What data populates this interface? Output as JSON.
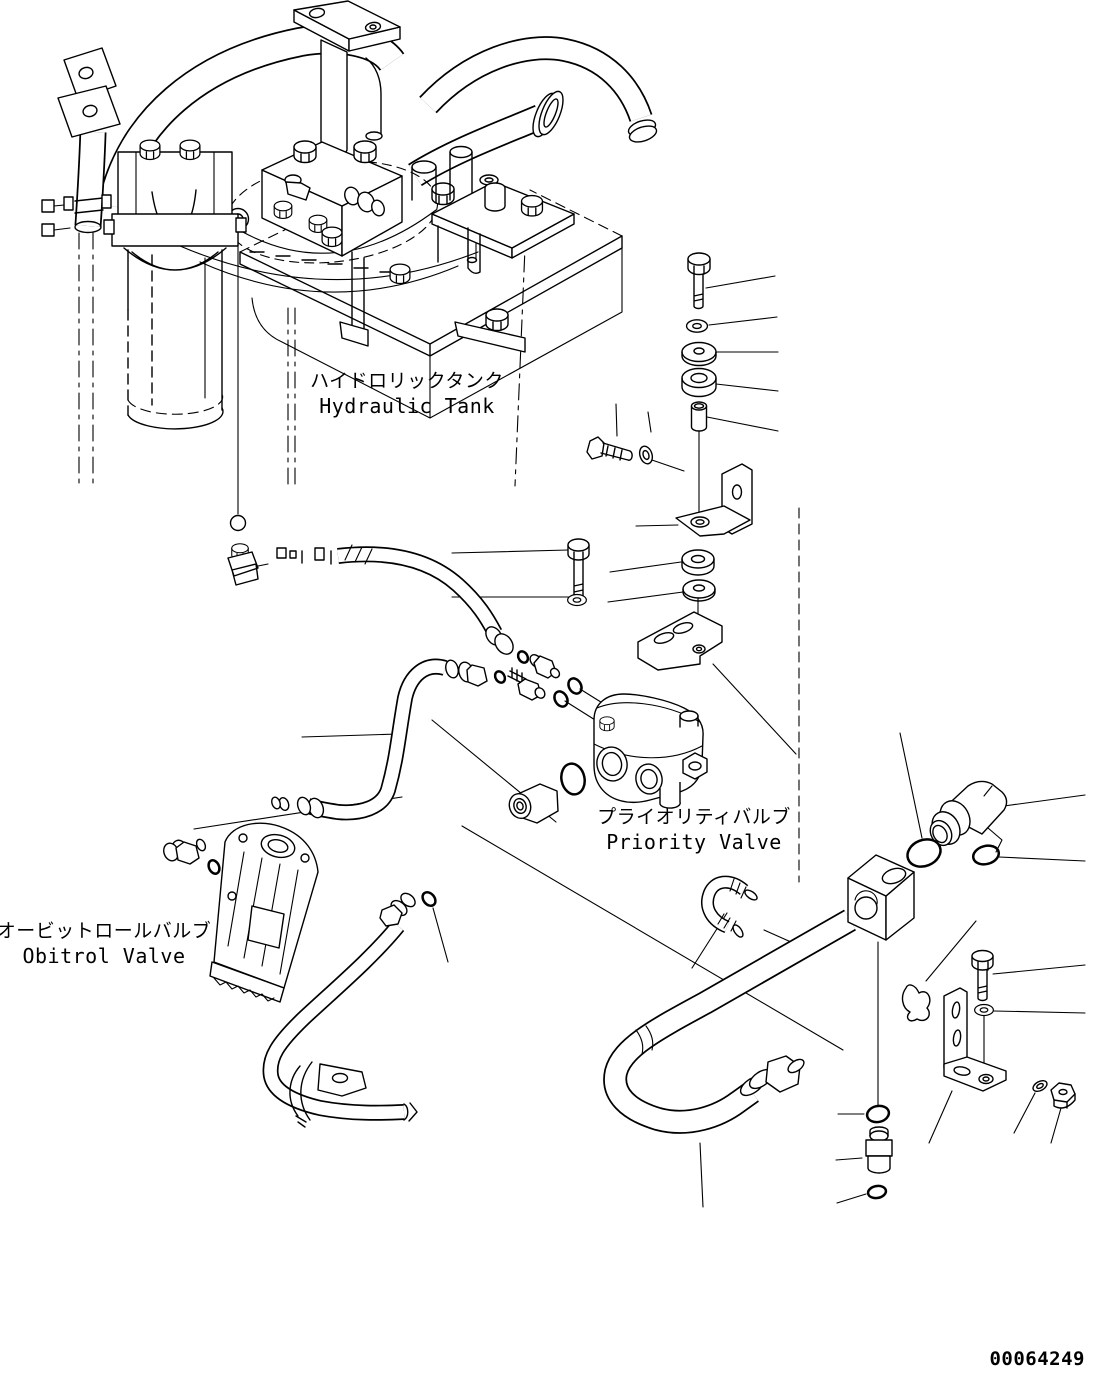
{
  "page": {
    "background": "#ffffff",
    "line_color": "#000000",
    "drawing_number": "00064249"
  },
  "labels": {
    "hydraulic_tank": {
      "ja": "ハイドロリックタンク",
      "en": "Hydraulic Tank"
    },
    "priority_valve": {
      "ja": "プライオリティバルブ",
      "en": "Priority Valve"
    },
    "obitrol_valve": {
      "ja": "オービットロールバルブ",
      "en": "Obitrol Valve"
    }
  }
}
